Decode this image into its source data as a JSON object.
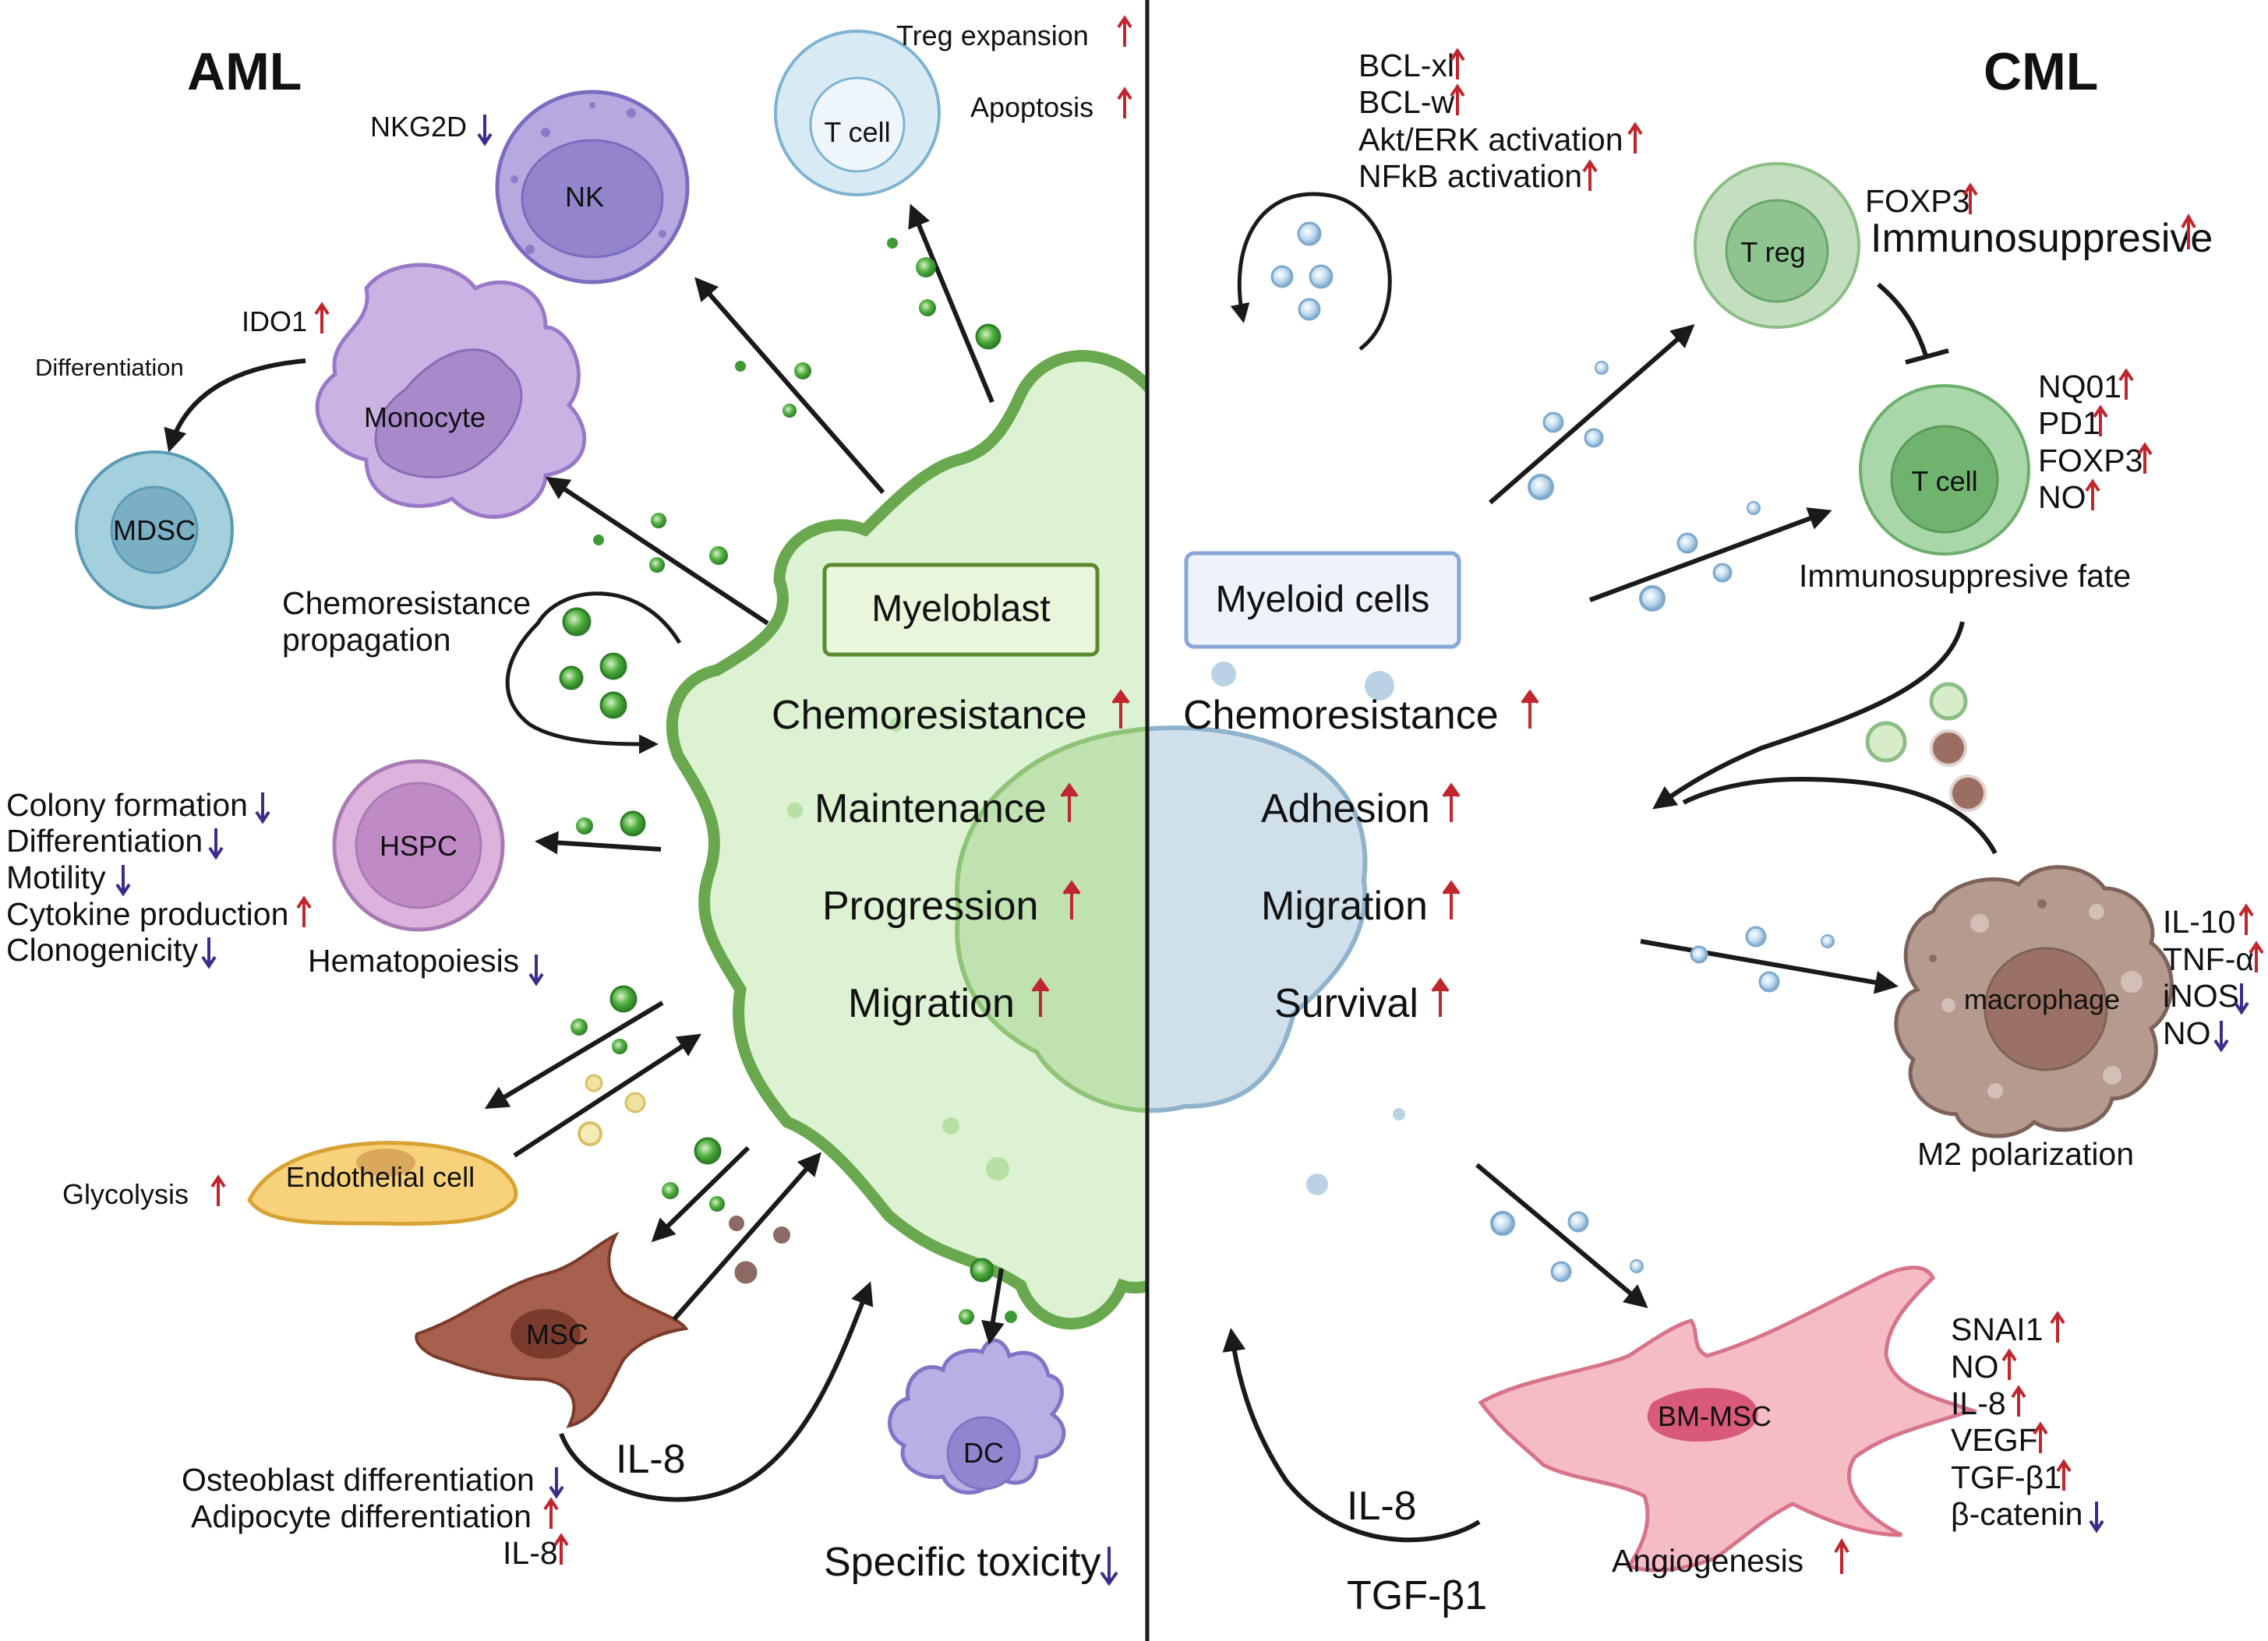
{
  "colors": {
    "up": "#c0262d",
    "down": "#3b2e8a",
    "aml_blast": "#dcf2d2",
    "aml_blast_border": "#6aa84f",
    "cml_cell": "#d4e4ee",
    "cml_cell_border": "#4a90b8",
    "vesicle_green": "#3d9a34",
    "vesicle_blue": "#a9cbe6"
  },
  "headers": {
    "aml": "AML",
    "cml": "CML"
  },
  "center": {
    "aml_box": "Myeloblast",
    "cml_box": "Myeloid cells",
    "aml_lines": [
      "Chemoresistance",
      "Maintenance",
      "Progression",
      "Migration"
    ],
    "cml_lines": [
      "Chemoresistance",
      "Adhesion",
      "Migration",
      "Survival"
    ]
  },
  "aml": {
    "nk": {
      "cell": "NK",
      "marker": "NKG2D",
      "dir": "down"
    },
    "tcell": {
      "cell": "T cell",
      "effects": [
        {
          "text": "Treg expansion",
          "dir": "up"
        },
        {
          "text": "Apoptosis",
          "dir": "up"
        }
      ]
    },
    "monocyte": {
      "cell": "Monocyte",
      "marker": "IDO1",
      "dir": "up",
      "arrow_label": "Differentiation",
      "target": "MDSC"
    },
    "chemoresistance_label": [
      "Chemoresistance",
      "propagation"
    ],
    "hspc": {
      "cell": "HSPC",
      "caption": "Hematopoiesis",
      "caption_dir": "down",
      "effects": [
        {
          "text": "Colony formation",
          "dir": "down"
        },
        {
          "text": "Differentiation",
          "dir": "down"
        },
        {
          "text": "Motility",
          "dir": "down"
        },
        {
          "text": "Cytokine production",
          "dir": "up"
        },
        {
          "text": "Clonogenicity",
          "dir": "down"
        }
      ]
    },
    "endothelial": {
      "cell": "Endothelial cell",
      "effect": "Glycolysis",
      "dir": "up"
    },
    "msc": {
      "cell": "MSC",
      "arrow_label": "IL-8",
      "effects": [
        {
          "text": "Osteoblast differentiation",
          "dir": "down"
        },
        {
          "text": "Adipocyte differentiation",
          "dir": "up"
        },
        {
          "text": "IL-8",
          "dir": "up"
        }
      ]
    },
    "dc": {
      "cell": "DC",
      "caption": "Specific toxicity",
      "dir": "down"
    }
  },
  "cml": {
    "autocrine": [
      {
        "text": "BCL-xl",
        "dir": "up"
      },
      {
        "text": "BCL-w",
        "dir": "up"
      },
      {
        "text": "Akt/ERK activation",
        "dir": "up"
      },
      {
        "text": "NFkB activation",
        "dir": "up"
      }
    ],
    "treg": {
      "cell": "T reg",
      "effects": [
        {
          "text": "FOXP3",
          "dir": "up"
        },
        {
          "text": "Immunosuppresive",
          "dir": "up"
        }
      ]
    },
    "tcell": {
      "cell": "T cell",
      "caption": "Immunosuppresive fate",
      "effects": [
        {
          "text": "NQ01",
          "dir": "up"
        },
        {
          "text": "PD1",
          "dir": "up"
        },
        {
          "text": "FOXP3",
          "dir": "up"
        },
        {
          "text": "NO",
          "dir": "up"
        }
      ]
    },
    "macrophage": {
      "cell": "macrophage",
      "caption": "M2 polarization",
      "effects": [
        {
          "text": "IL-10",
          "dir": "up"
        },
        {
          "text": "TNF-α",
          "dir": "up"
        },
        {
          "text": "iNOS",
          "dir": "down"
        },
        {
          "text": "NO",
          "dir": "down"
        }
      ]
    },
    "bmmsc": {
      "cell": "BM-MSC",
      "caption": "Angiogenesis",
      "caption_dir": "up",
      "arrow_labels": [
        "IL-8",
        "TGF-β1"
      ],
      "effects": [
        {
          "text": "SNAI1",
          "dir": "up"
        },
        {
          "text": "NO",
          "dir": "up"
        },
        {
          "text": "IL-8",
          "dir": "up"
        },
        {
          "text": "VEGF",
          "dir": "up"
        },
        {
          "text": "TGF-β1",
          "dir": "up"
        },
        {
          "text": "β-catenin",
          "dir": "down"
        }
      ]
    }
  }
}
